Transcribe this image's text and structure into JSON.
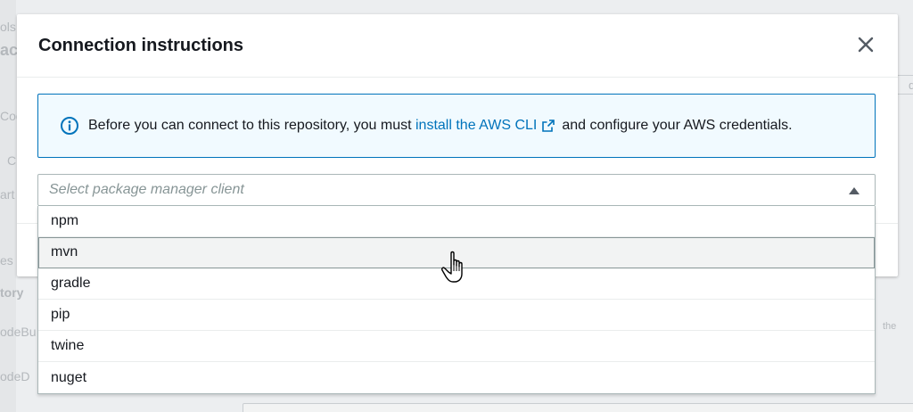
{
  "background": {
    "texts": [
      "ols",
      "ac",
      "Cod",
      "C",
      "art",
      "es",
      "tory",
      "odeBu",
      "odeD",
      "the",
      "di"
    ]
  },
  "modal": {
    "title": "Connection instructions",
    "close_icon": "close-icon"
  },
  "info": {
    "icon": "info-circle-icon",
    "text_before": "Before you can connect to this repository, you must ",
    "link_text": "install the AWS CLI",
    "external_icon": "external-link-icon",
    "text_after": "and configure your AWS credentials."
  },
  "select": {
    "placeholder": "Select package manager client",
    "caret_icon": "caret-up-icon"
  },
  "options": [
    {
      "label": "npm"
    },
    {
      "label": "mvn"
    },
    {
      "label": "gradle"
    },
    {
      "label": "pip"
    },
    {
      "label": "twine"
    },
    {
      "label": "nuget"
    }
  ],
  "hovered_option": "mvn",
  "colors": {
    "link": "#0073bb",
    "info_border": "#0073bb",
    "info_bg": "#f1faff"
  }
}
